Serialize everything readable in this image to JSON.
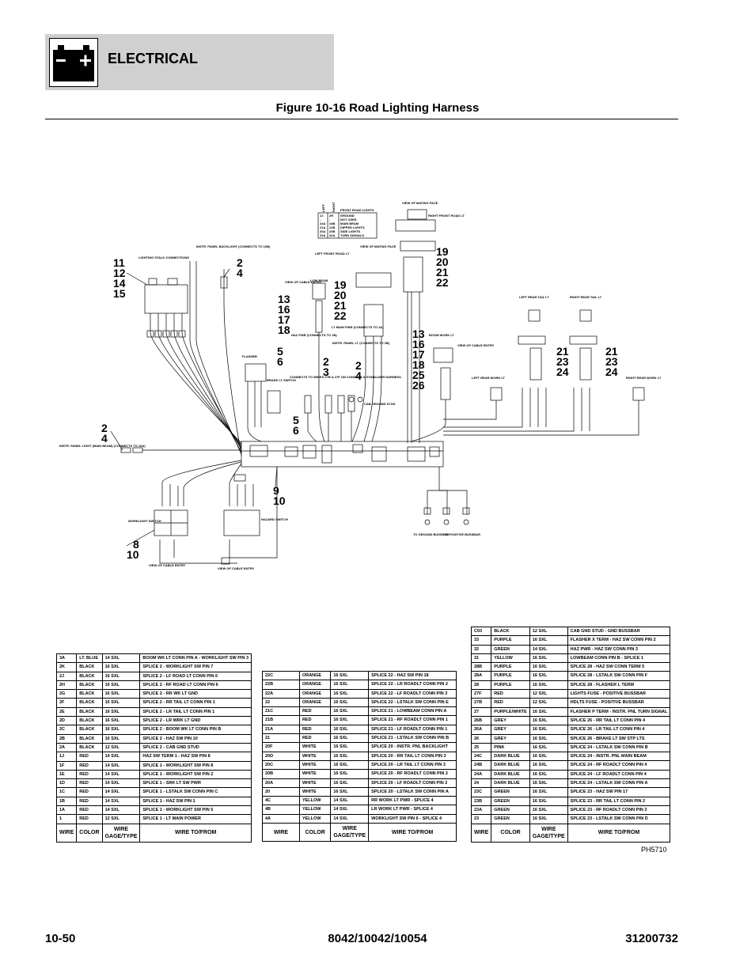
{
  "header": {
    "section_title": "ELECTRICAL"
  },
  "figure_title": "Figure 10-16 Road Lighting Harness",
  "diagram": {
    "callouts": {
      "c11": [
        "11",
        "12",
        "14",
        "15"
      ],
      "c24a": [
        "2",
        "4"
      ],
      "c19a": [
        "19",
        "20",
        "21",
        "22"
      ],
      "c13a": [
        "13",
        "16",
        "17",
        "18"
      ],
      "c19b": [
        "19",
        "20",
        "21",
        "22"
      ],
      "c56a": [
        "5",
        "6"
      ],
      "c23": [
        "2",
        "3"
      ],
      "c24b": [
        "2",
        "4"
      ],
      "c13b": [
        "13",
        "16",
        "17",
        "18",
        "25",
        "26"
      ],
      "c212324a": [
        "21",
        "23",
        "24"
      ],
      "c212324b": [
        "21",
        "23",
        "24"
      ],
      "c24c": [
        "2",
        "4"
      ],
      "c56b": [
        "5",
        "6"
      ],
      "c910": [
        "9",
        "10"
      ],
      "c810": [
        "8",
        "10"
      ]
    },
    "labels": {
      "lighting_stalk": "LIGHTING STALK CONNECTIONS",
      "instr_panel_backlight": "INSTR. PANEL BACKLIGHT (CONNECTS TO 10B)",
      "front_road_lt": "FRONT ROAD LIGHTS",
      "right_front_road_lt": "RIGHT FRONT ROAD LT",
      "left_front_road_lt": "LEFT FRONT ROAD LT",
      "view_mating_face_1": "VIEW OF MATING FACE",
      "view_mating_face_2": "VIEW OF MATING FACE",
      "left": "LEFT",
      "right": "RIGHT",
      "low_beam": "LOW BEAM",
      "view_cable_entry_1": "VIEW OF CABLE ENTRY",
      "haz_pwr": "HAZ PWR (CONNECTS TO 1B)",
      "lt_main_pwr": "LT MAIN PWR (CONNECTS TO 1A)",
      "instr_panel_lt": "INSTR. PANEL LT (CONNECTS TO 1B)",
      "flasher": "FLASHER",
      "brake_lt_switch": "BRAKE LT SWITCH",
      "connects_27": "CONNECTS TO WIRES 27B & 27F ON CONSOLE & STABILIZER HARNESS",
      "cab_ground_stud": "CAB GROUND STUD",
      "boom_work_lt": "BOOM WORK LT",
      "view_cable_entry_2": "VIEW OF CABLE ENTRY",
      "left_rear_tail_lt": "LEFT REAR TAIL LT",
      "right_rear_tail_lt": "RIGHT REAR TAIL LT",
      "left_rear_work_lt": "LEFT REAR WORK LT",
      "right_rear_work_lt": "RIGHT REAR WORK LT",
      "instr_panel_light_main": "INSTR. PANEL LIGHT (MAIN BEAM) (CONNECTS TO 10A)",
      "worklight_switch": "WORKLIGHT SWITCH",
      "hazard_switch": "HAZARD SWITCH",
      "view_cable_entry_3": "VIEW OF CABLE ENTRY",
      "view_cable_entry_4": "VIEW OF CABLE ENTRY",
      "to_ground_bussbar": "TO GROUND BUSSBAR",
      "to_positive_bussbar": "TO POSITIVE BUSSBAR"
    },
    "front_road_table": [
      [
        "2J",
        "2H",
        "GROUND"
      ],
      [
        "-",
        "-",
        "NOT USED"
      ],
      [
        "24A",
        "24B",
        "MAIN BEAM"
      ],
      [
        "21A",
        "21B",
        "DIPPED LIGHTS"
      ],
      [
        "20A",
        "20B",
        "SIDE LIGHTS"
      ],
      [
        "22A",
        "22A",
        "TURN SIGNALS"
      ]
    ]
  },
  "tables": {
    "headers": {
      "wire": "WIRE",
      "color": "COLOR",
      "gauge": "WIRE GAGE/TYPE",
      "fromto": "WIRE TO/FROM"
    },
    "left": [
      [
        "3A",
        "LT. BLUE",
        "14 SXL",
        "BOOM WK LT CONN PIN A - WORKLIGHT SW PIN 3"
      ],
      [
        "2K",
        "BLACK",
        "16 SXL",
        "SPLICE 2 - WORKLIGHT SW PIN 7"
      ],
      [
        "2J",
        "BLACK",
        "16 SXL",
        "SPLICE 2 - LF ROAD LT CONN PIN 6"
      ],
      [
        "2H",
        "BLACK",
        "16 SXL",
        "SPLICE 2 - RF ROAD LT CONN PIN 6"
      ],
      [
        "2G",
        "BLACK",
        "16 SXL",
        "SPLICE 2 - RR WK LT GND"
      ],
      [
        "2F",
        "BLACK",
        "16 SXL",
        "SPLICE 2 - RR TAIL LT CONN PIN 1"
      ],
      [
        "2E",
        "BLACK",
        "16 SXL",
        "SPLICE 2 - LR TAIL LT CONN PIN 1"
      ],
      [
        "2D",
        "BLACK",
        "16 SXL",
        "SPLICE 2 - LR WRK LT GND"
      ],
      [
        "2C",
        "BLACK",
        "16 SXL",
        "SPLICE 2 - BOOM WK LT CONN PIN B"
      ],
      [
        "2B",
        "BLACK",
        "16 SXL",
        "SPLICE 2 - HAZ SW PIN 10"
      ],
      [
        "2A",
        "BLACK",
        "12 SXL",
        "SPLICE 2 - CAB GND STUD"
      ],
      [
        "1J",
        "RED",
        "14 SXL",
        "HAZ SW TERM 1 - HAZ SW PIN 8"
      ],
      [
        "1F",
        "RED",
        "14 SXL",
        "SPLICE 1 - WORKLIGHT SW PIN 8"
      ],
      [
        "1E",
        "RED",
        "14 SXL",
        "SPLICE 1 - WORKLIGHT SW PIN 2"
      ],
      [
        "1D",
        "RED",
        "14 SXL",
        "SPLICE 1 - SRK LT SW PWR"
      ],
      [
        "1C",
        "RED",
        "14 SXL",
        "SPLICE 1 - LSTALK SW CONN PIN C"
      ],
      [
        "1B",
        "RED",
        "14 SXL",
        "SPLICE 1 - HAZ SW PIN 1"
      ],
      [
        "1A",
        "RED",
        "14 SXL",
        "SPLICE 1 - WORKLIGHT SW PIN 5"
      ],
      [
        "1",
        "RED",
        "12 SXL",
        "SPLICE 1 - LT MAIN POWER"
      ]
    ],
    "middle": [
      [
        "22C",
        "ORANGE",
        "16 SXL",
        "SPLICE 22 - HAZ SW PIN 18"
      ],
      [
        "22B",
        "ORANGE",
        "16 SXL",
        "SPLICE 22 - LR ROADLT CONN PIN 2"
      ],
      [
        "22A",
        "ORANGE",
        "16 SXL",
        "SPLICE 22 - LF ROADLT CONN PIN 3"
      ],
      [
        "22",
        "ORANGE",
        "16 SXL",
        "SPLICE 22 - LSTALK SW CONN PIN E"
      ],
      [
        "21C",
        "RED",
        "16 SXL",
        "SPLICE 21 - LOWBEAM CONN PIN A"
      ],
      [
        "21B",
        "RED",
        "16 SXL",
        "SPLICE 21 - RF ROADLT CONN PIN 1"
      ],
      [
        "21A",
        "RED",
        "16 SXL",
        "SPLICE 21 - LF ROADLT CONN PIN 1"
      ],
      [
        "21",
        "RED",
        "16 SXL",
        "SPLICE 21 - LSTALK SW CONN PIN B"
      ],
      [
        "20F",
        "WHITE",
        "16 SXL",
        "SPLICE 20 - INSTR. PNL BACKLIGHT"
      ],
      [
        "20D",
        "WHITE",
        "16 SXL",
        "SPLICE 20 - RR TAIL LT CONN PIN 3"
      ],
      [
        "20C",
        "WHITE",
        "16 SXL",
        "SPLICE 20 - LR TAIL LT CONN PIN 3"
      ],
      [
        "20B",
        "WHITE",
        "16 SXL",
        "SPLICE 20 - RF ROADLT CONN PIN 2"
      ],
      [
        "20A",
        "WHITE",
        "16 SXL",
        "SPLICE 20 - LF ROADLT CONN PIN 2"
      ],
      [
        "20",
        "WHITE",
        "16 SXL",
        "SPLICE 20 - LSTALK SW CONN PIN A"
      ],
      [
        "4C",
        "YELLOW",
        "14 SXL",
        "RR WORK LT PWR - SPLICE 4"
      ],
      [
        "4B",
        "YELLOW",
        "14 SXL",
        "LR WORK LT PWR - SPLICE 4"
      ],
      [
        "4A",
        "YELLOW",
        "14 SXL",
        "WORKLIGHT SW PIN 6 - SPLICE 4"
      ]
    ],
    "right": [
      [
        "C03",
        "BLACK",
        "12 SXL",
        "CAB GND STUD - GND BUSSBAR"
      ],
      [
        "33",
        "PURPLE",
        "16 SXL",
        "FLASHER X TERM - HAZ SW CONN PIN 2"
      ],
      [
        "32",
        "GREEN",
        "14 SXL",
        "HAZ PWR - HAZ SW CONN PIN 3"
      ],
      [
        "31",
        "YELLOW",
        "16 SXL",
        "LOWBEAM CONN PIN B - SPLICE 1"
      ],
      [
        "28B",
        "PURPLE",
        "16 SXL",
        "SPLICE 28 - HAZ SW CONN TERM 5"
      ],
      [
        "28A",
        "PURPLE",
        "16 SXL",
        "SPLICE 28 - LSTALK SW CONN PIN F"
      ],
      [
        "28",
        "PURPLE",
        "16 SXL",
        "SPLICE 28 - FLASHER L TERM"
      ],
      [
        "27F",
        "RED",
        "12 SXL",
        "LIGHTS FUSE - POSITIVE BUSSBAR"
      ],
      [
        "27B",
        "RED",
        "12 SXL",
        "HDLTS FUSE - POSITIVE BUSSBAR"
      ],
      [
        "27",
        "PURPLE/WHITE",
        "16 SXL",
        "FLASHER P TERM - INSTR. PNL TURN SIGNAL"
      ],
      [
        "26B",
        "GREY",
        "16 SXL",
        "SPLICE 26 - RR TAIL LT CONN PIN 4"
      ],
      [
        "26A",
        "GREY",
        "16 SXL",
        "SPLICE 26 - LR TAIL LT CONN PIN 4"
      ],
      [
        "26",
        "GREY",
        "16 SXL",
        "SPLICE 26 - BRAKE LT SW STP LTS"
      ],
      [
        "25",
        "PINK",
        "16 SXL",
        "SPLICE 24 - LSTALK SW CONN PIN B"
      ],
      [
        "24C",
        "DARK BLUE",
        "16 SXL",
        "SPLICE 24 - INSTR. PNL MAIN BEAM"
      ],
      [
        "24B",
        "DARK BLUE",
        "16 SXL",
        "SPLICE 24 - RF ROADLT CONN PIN 4"
      ],
      [
        "24A",
        "DARK BLUE",
        "16 SXL",
        "SPLICE 24 - LF ROADLT CONN PIN 4"
      ],
      [
        "24",
        "DARK BLUE",
        "16 SXL",
        "SPLICE 24 - LSTALK SW CONN PIN A"
      ],
      [
        "23C",
        "GREEN",
        "16 SXL",
        "SPLICE 23 - HAZ SW PIN 17"
      ],
      [
        "23B",
        "GREEN",
        "16 SXL",
        "SPLICE 23 - RR TAIL LT CONN PIN 2"
      ],
      [
        "23A",
        "GREEN",
        "16 SXL",
        "SPLICE 23 - RF ROADLT CONN PIN 3"
      ],
      [
        "23",
        "GREEN",
        "16 SXL",
        "SPLICE 23 - LSTALK SW CONN PIN D"
      ]
    ]
  },
  "photo_ref": "PH5710",
  "footer": {
    "page": "10-50",
    "models": "8042/10042/10054",
    "doc_number": "31200732"
  }
}
